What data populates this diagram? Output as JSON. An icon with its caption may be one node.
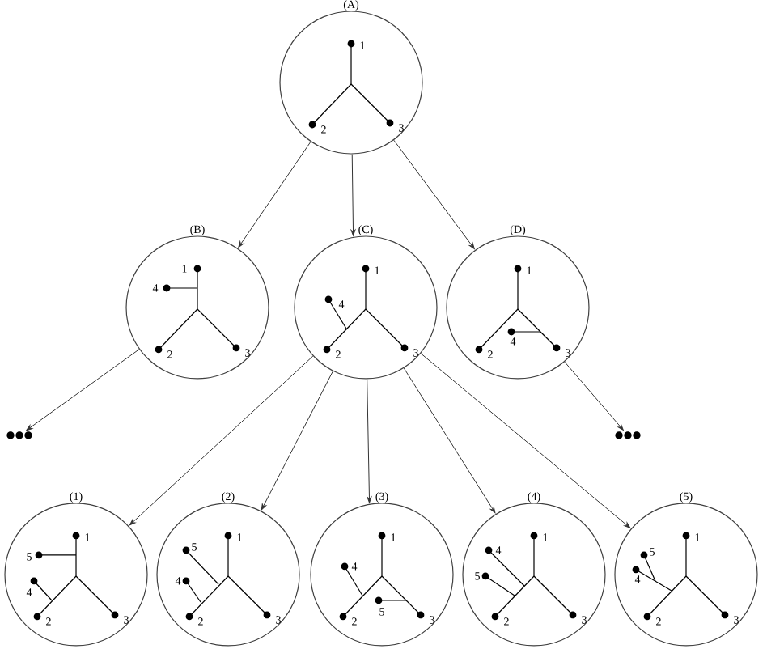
{
  "diagram": {
    "nodes": [
      {
        "text": [
          "(A)",
          "1",
          "2",
          "3"
        ]
      },
      {
        "text": [
          "(B)",
          "1",
          "2",
          "3",
          "4"
        ]
      },
      {
        "text": [
          "(C)",
          "1",
          "2",
          "3",
          "4"
        ]
      },
      {
        "text": [
          "(D)",
          "1",
          "2",
          "3",
          "4"
        ]
      },
      {
        "text": [],
        "shape": "dots"
      },
      {
        "text": [],
        "shape": "dots"
      },
      {
        "text": [
          "(1)",
          "1",
          "2",
          "3",
          "4",
          "5"
        ]
      },
      {
        "text": [
          "(2)",
          "1",
          "2",
          "3",
          "4",
          "5"
        ]
      },
      {
        "text": [
          "(3)",
          "1",
          "2",
          "3",
          "4",
          "5"
        ]
      },
      {
        "text": [
          "(4)",
          "1",
          "2",
          "3",
          "4",
          "5"
        ]
      },
      {
        "text": [
          "(5)",
          "1",
          "2",
          "3",
          "4",
          "5"
        ]
      }
    ],
    "edges": [
      {
        "from": 0,
        "to": 1,
        "arrow": "to"
      },
      {
        "from": 0,
        "to": 2,
        "arrow": "to"
      },
      {
        "from": 0,
        "to": 3,
        "arrow": "to"
      },
      {
        "from": 1,
        "to": 4,
        "arrow": "to"
      },
      {
        "from": 3,
        "to": 5,
        "arrow": "to"
      },
      {
        "from": 2,
        "to": 6,
        "arrow": "to"
      },
      {
        "from": 2,
        "to": 7,
        "arrow": "to"
      },
      {
        "from": 2,
        "to": 8,
        "arrow": "to"
      },
      {
        "from": 2,
        "to": 9,
        "arrow": "to"
      },
      {
        "from": 2,
        "to": 10,
        "arrow": "to"
      }
    ]
  }
}
